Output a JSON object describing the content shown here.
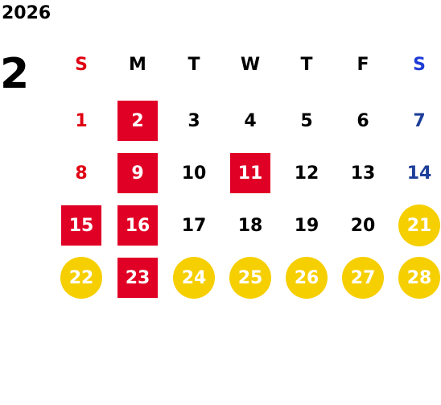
{
  "header": {
    "year": "2026",
    "month": "2"
  },
  "colors": {
    "sunday": "#e00012",
    "saturday_header": "#1f3cd6",
    "saturday": "#1d3e9a",
    "holiday_box": "#e00025",
    "closed_circle": "#f6cf00"
  },
  "weekdays": [
    "S",
    "M",
    "T",
    "W",
    "T",
    "F",
    "S"
  ],
  "weeks": [
    [
      {
        "day": "1",
        "style": "sun"
      },
      {
        "day": "2",
        "style": "red-box"
      },
      {
        "day": "3",
        "style": ""
      },
      {
        "day": "4",
        "style": ""
      },
      {
        "day": "5",
        "style": ""
      },
      {
        "day": "6",
        "style": ""
      },
      {
        "day": "7",
        "style": "sat"
      }
    ],
    [
      {
        "day": "8",
        "style": "sun"
      },
      {
        "day": "9",
        "style": "red-box"
      },
      {
        "day": "10",
        "style": ""
      },
      {
        "day": "11",
        "style": "red-box"
      },
      {
        "day": "12",
        "style": ""
      },
      {
        "day": "13",
        "style": ""
      },
      {
        "day": "14",
        "style": "sat"
      }
    ],
    [
      {
        "day": "15",
        "style": "red-box"
      },
      {
        "day": "16",
        "style": "red-box"
      },
      {
        "day": "17",
        "style": ""
      },
      {
        "day": "18",
        "style": ""
      },
      {
        "day": "19",
        "style": ""
      },
      {
        "day": "20",
        "style": ""
      },
      {
        "day": "21",
        "style": "yellow-circle"
      }
    ],
    [
      {
        "day": "22",
        "style": "yellow-circle"
      },
      {
        "day": "23",
        "style": "red-box"
      },
      {
        "day": "24",
        "style": "yellow-circle"
      },
      {
        "day": "25",
        "style": "yellow-circle"
      },
      {
        "day": "26",
        "style": "yellow-circle"
      },
      {
        "day": "27",
        "style": "yellow-circle"
      },
      {
        "day": "28",
        "style": "yellow-circle"
      }
    ]
  ]
}
